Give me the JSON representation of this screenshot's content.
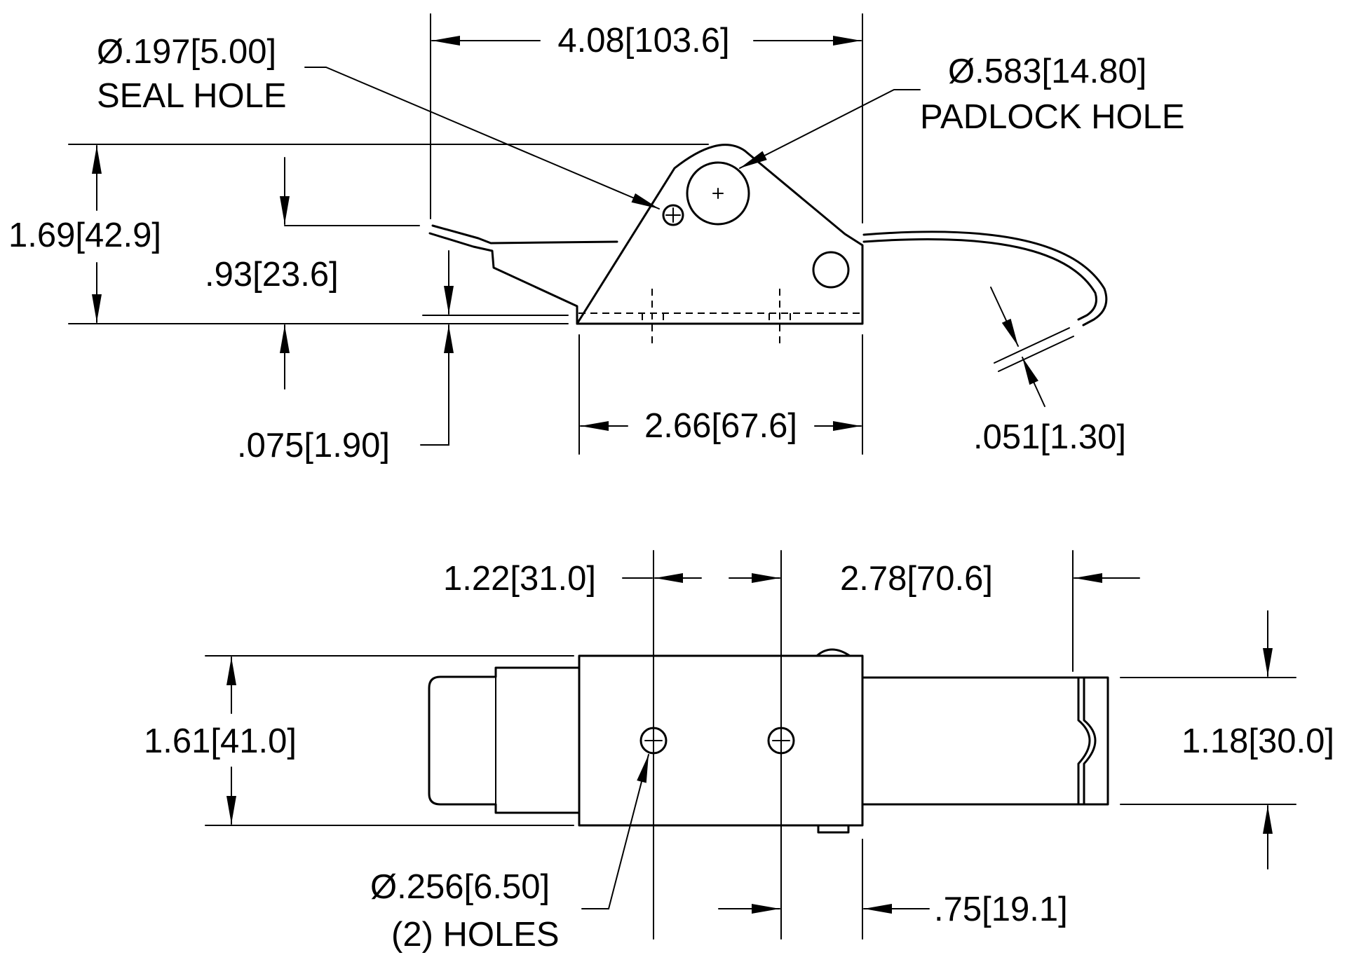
{
  "dimensions": {
    "seal_hole": {
      "value": "Ø.197[5.00]",
      "note": "SEAL HOLE"
    },
    "overall_length": "4.08[103.6]",
    "padlock_hole": {
      "value": "Ø.583[14.80]",
      "note": "PADLOCK HOLE"
    },
    "overall_height": "1.69[42.9]",
    "lever_height": ".93[23.6]",
    "plate_thickness": ".075[1.90]",
    "base_length": "2.66[67.6]",
    "wire_diameter": ".051[1.30]",
    "hole_spacing": "1.22[31.0]",
    "strike_length": "2.78[70.6]",
    "overall_width": "1.61[41.0]",
    "strike_width": "1.18[30.0]",
    "mount_holes": {
      "value": "Ø.256[6.50]",
      "note": "(2) HOLES"
    },
    "hole_offset": ".75[19.1]"
  }
}
